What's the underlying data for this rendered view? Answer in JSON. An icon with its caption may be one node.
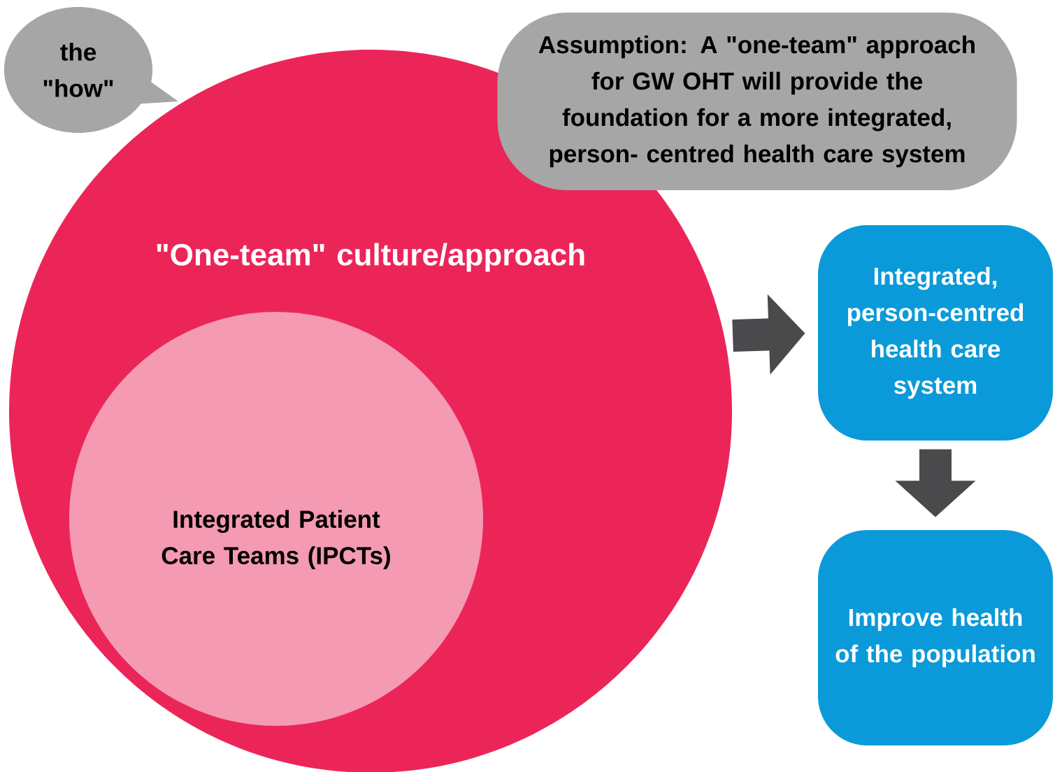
{
  "diagram": {
    "nodes": [
      {
        "text": [
          "the \"how\""
        ]
      },
      {
        "text": [
          "\"One-team\" culture/approach"
        ]
      },
      {
        "text": [
          "Integrated Patient Care Teams (IPCTs)"
        ],
        "in": 1
      },
      {
        "text": [
          "Assumption: A \"one-team\" approach for GW OHT will provide the foundation for a more integrated, person- centred health care system"
        ]
      },
      {
        "text": [
          "Integrated, person-centred health care system"
        ]
      },
      {
        "text": [
          "Improve health of the population"
        ]
      }
    ],
    "edges": [
      {
        "from": 1,
        "to": 4,
        "arrow": "to"
      },
      {
        "from": 4,
        "to": 5,
        "arrow": "to"
      }
    ]
  }
}
